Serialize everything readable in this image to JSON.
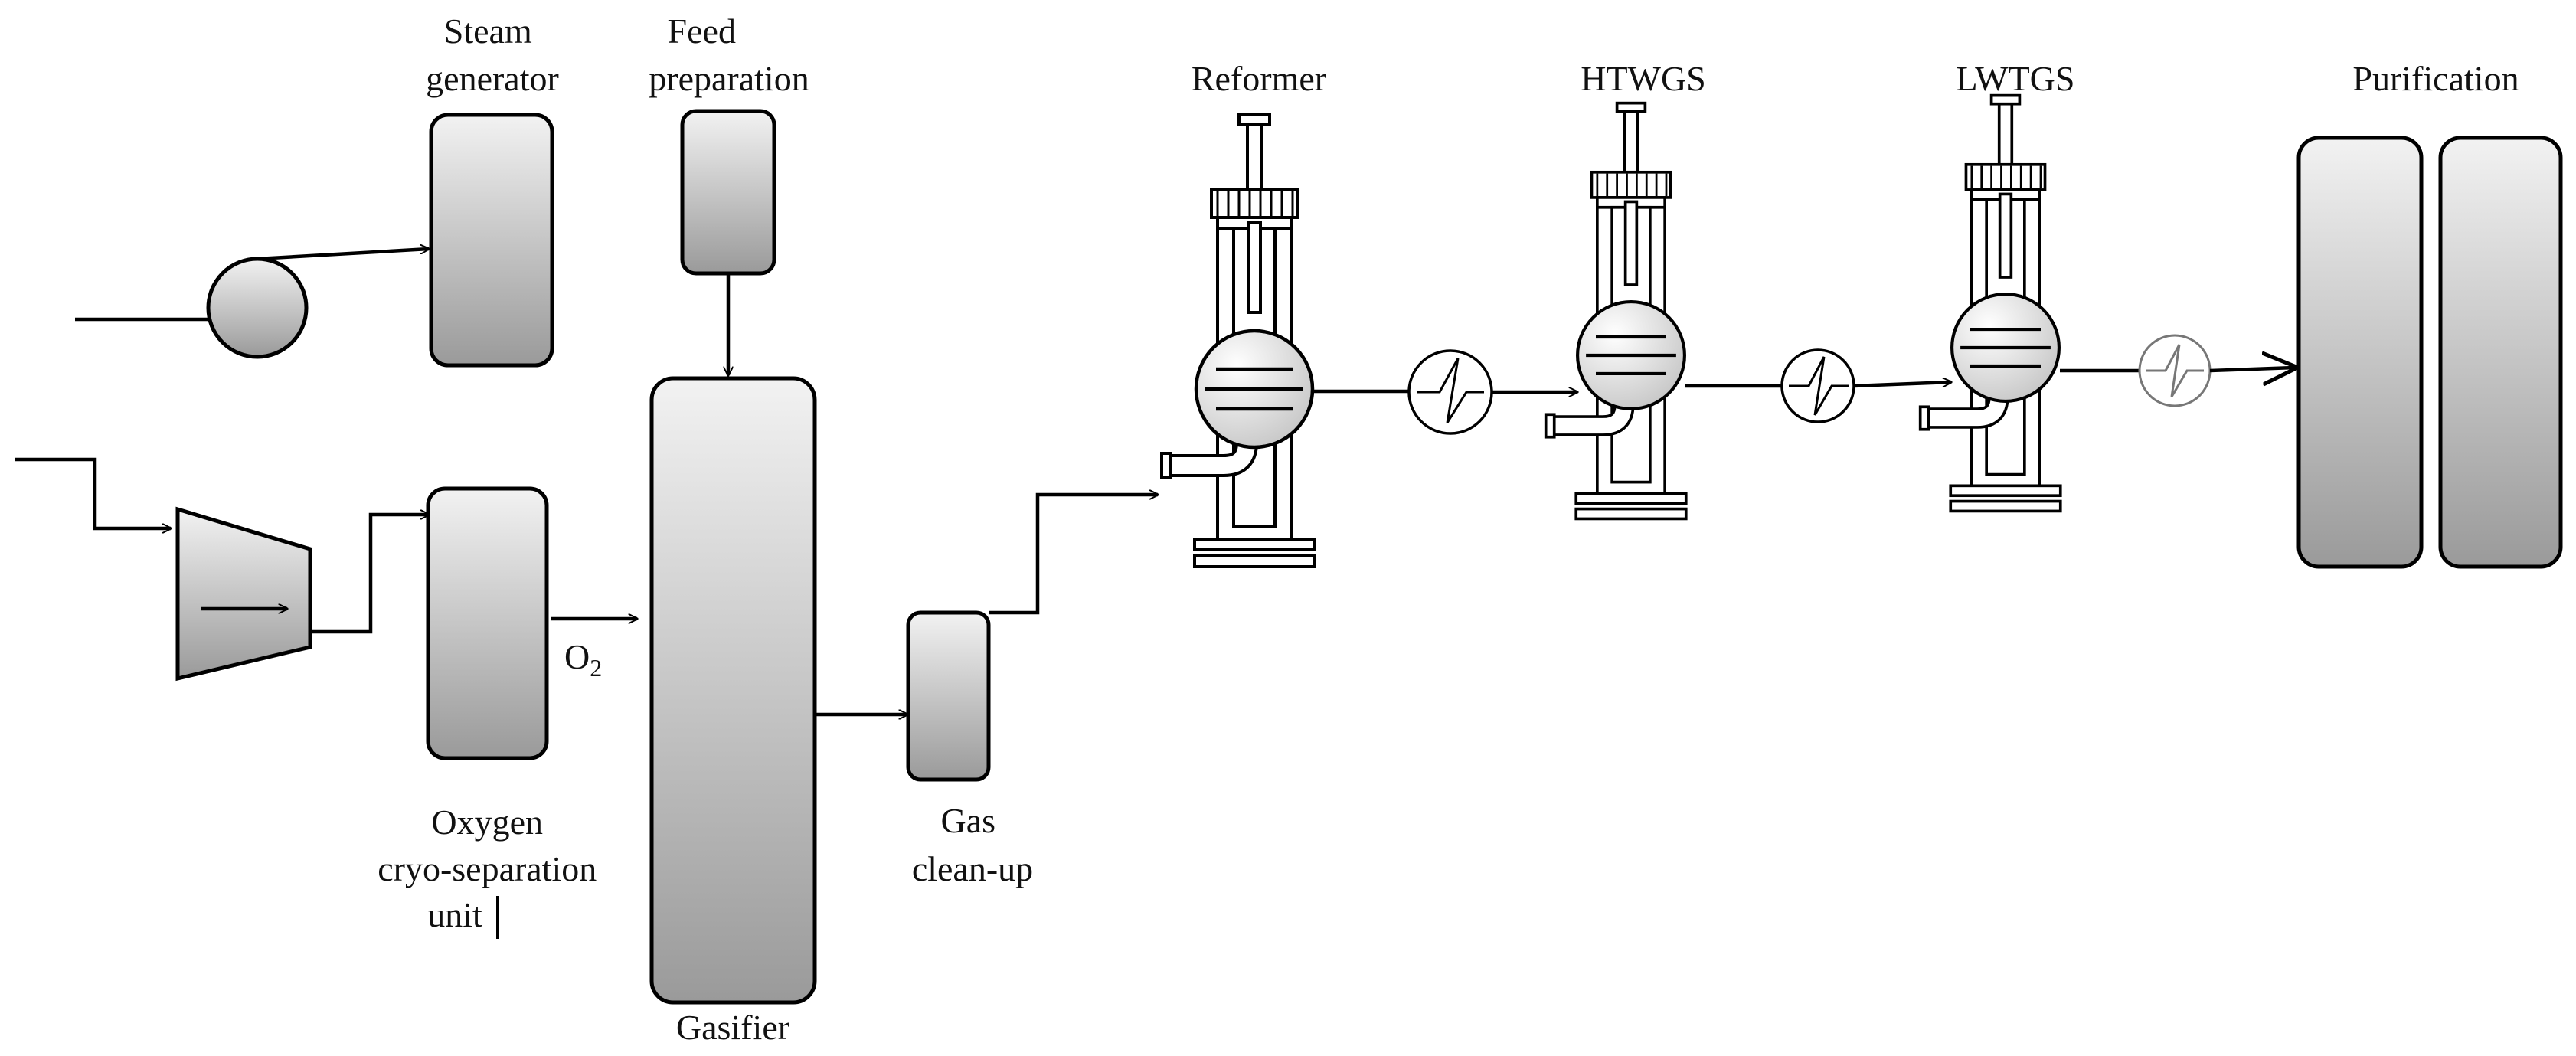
{
  "labels": {
    "steam_generator": [
      "Steam",
      "generator"
    ],
    "feed_preparation": [
      "Feed",
      "preparation"
    ],
    "oxygen_unit": [
      "Oxygen",
      "cryo-separation",
      "unit"
    ],
    "o2": {
      "main": "O",
      "sub": "2"
    },
    "gasifier": "Gasifier",
    "gas_cleanup": [
      "Gas",
      "clean-up"
    ],
    "reformer": "Reformer",
    "htwgs": "HTWGS",
    "lwtgs": "LWTGS",
    "purification": "Purification"
  },
  "colors": {
    "box_fill_light": "#f2f2f2",
    "box_fill_dark": "#9a9a9a",
    "stroke": "#000000"
  }
}
